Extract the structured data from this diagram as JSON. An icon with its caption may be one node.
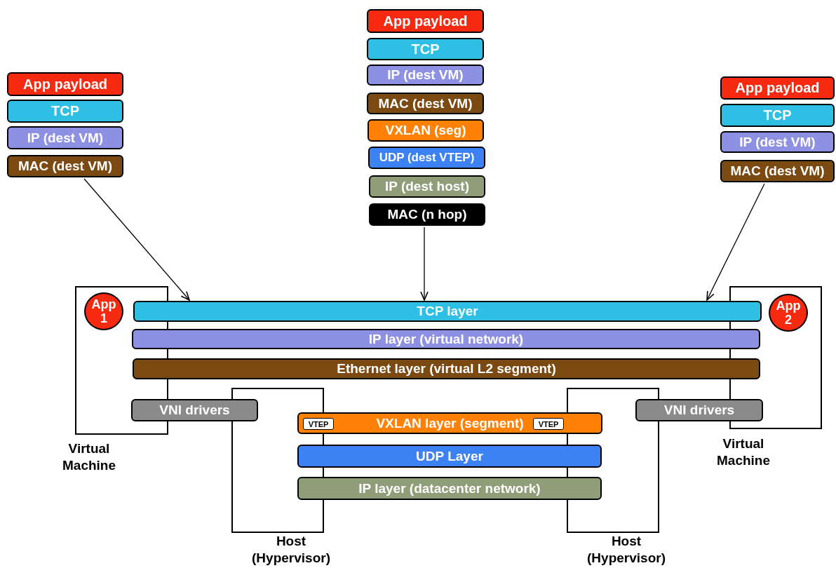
{
  "diagram": {
    "nodes": [
      {
        "text": [
          "App payload"
        ]
      },
      {
        "text": [
          "TCP"
        ]
      },
      {
        "text": [
          "IP (dest VM)"
        ]
      },
      {
        "text": [
          "MAC (dest VM)"
        ]
      },
      {
        "text": [
          "App payload"
        ]
      },
      {
        "text": [
          "TCP"
        ]
      },
      {
        "text": [
          "IP (dest VM)"
        ]
      },
      {
        "text": [
          "MAC (dest VM)"
        ]
      },
      {
        "text": [
          "VXLAN (seg)"
        ]
      },
      {
        "text": [
          "UDP (dest VTEP)"
        ]
      },
      {
        "text": [
          "IP (dest host)"
        ]
      },
      {
        "text": [
          "MAC (n hop)"
        ]
      },
      {
        "text": [
          "App payload"
        ]
      },
      {
        "text": [
          "TCP"
        ]
      },
      {
        "text": [
          "IP (dest VM)"
        ]
      },
      {
        "text": [
          "MAC (dest VM)"
        ]
      },
      {
        "text": [
          "Virtual Machine"
        ]
      },
      {
        "text": [
          "App 1"
        ],
        "in": 16
      },
      {
        "text": [
          "Virtual Machine"
        ]
      },
      {
        "text": [
          "App 2"
        ],
        "in": 18
      },
      {
        "text": [
          "TCP layer"
        ]
      },
      {
        "text": [
          "IP layer (virtual network)"
        ]
      },
      {
        "text": [
          "Ethernet layer (virtual L2 segment)"
        ]
      },
      {
        "text": [
          "VNI drivers"
        ]
      },
      {
        "text": [
          "VNI drivers"
        ]
      },
      {
        "text": [
          "Host (Hypervisor)"
        ]
      },
      {
        "text": [
          "Host (Hypervisor)"
        ]
      },
      {
        "text": [
          "VXLAN layer (segment)"
        ]
      },
      {
        "text": [
          "VTEP"
        ],
        "in": 27
      },
      {
        "text": [
          "VTEP"
        ],
        "in": 27
      },
      {
        "text": [
          "UDP Layer"
        ]
      },
      {
        "text": [
          "IP layer (datacenter network)"
        ]
      }
    ],
    "edges": [
      {
        "from": 3,
        "to": 20,
        "arrow": "to"
      },
      {
        "from": 11,
        "to": 20,
        "arrow": "to"
      },
      {
        "from": 15,
        "to": 20,
        "arrow": "to"
      }
    ]
  }
}
